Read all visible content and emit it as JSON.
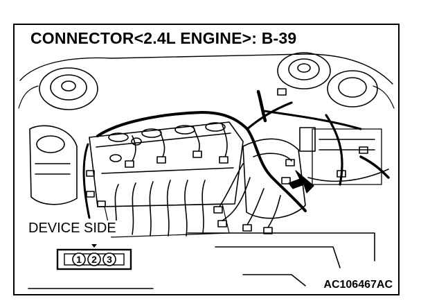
{
  "title": "CONNECTOR<2.4L ENGINE>: B-39",
  "device_side_label": "DEVICE SIDE",
  "connector_pins": [
    "1",
    "2",
    "3"
  ],
  "figure_id": "AC106467AC",
  "icons": [
    "engine-bay-illustration",
    "pointer-arrow-icon",
    "connector-icon"
  ]
}
